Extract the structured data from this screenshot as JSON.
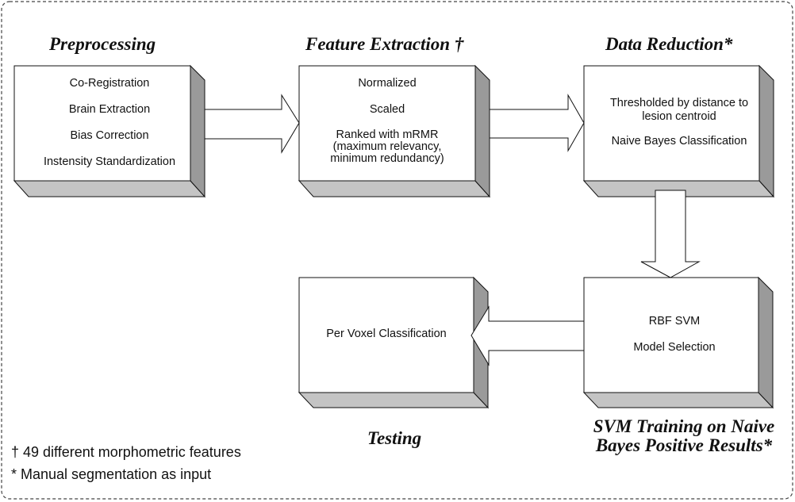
{
  "stages": {
    "preprocessing": {
      "title": "Preprocessing",
      "items": [
        "Co-Registration",
        "Brain Extraction",
        "Bias Correction",
        "Instensity Standardization"
      ]
    },
    "feature_extraction": {
      "title": "Feature Extraction †",
      "items": [
        "Normalized",
        "Scaled",
        "Ranked with mRMR\n(maximum relevancy,\nminimum redundancy)"
      ]
    },
    "data_reduction": {
      "title": "Data Reduction*",
      "items": [
        "Thresholded by distance  to\nlesion centroid",
        "Naive Bayes Classification"
      ]
    },
    "svm_training": {
      "title": "SVM Training on Naive\nBayes Positive Results*",
      "items": [
        "RBF SVM",
        "Model Selection"
      ]
    },
    "testing": {
      "title": "Testing",
      "items": [
        "Per Voxel Classification"
      ]
    }
  },
  "footnotes": {
    "dagger": "† 49 different morphometric features",
    "asterisk": "* Manual segmentation as input"
  },
  "colors": {
    "box_face": "#ffffff",
    "box_side": "#9a9a9a",
    "box_bottom": "#c4c4c4",
    "stroke": "#111111",
    "frame": "#444444"
  }
}
